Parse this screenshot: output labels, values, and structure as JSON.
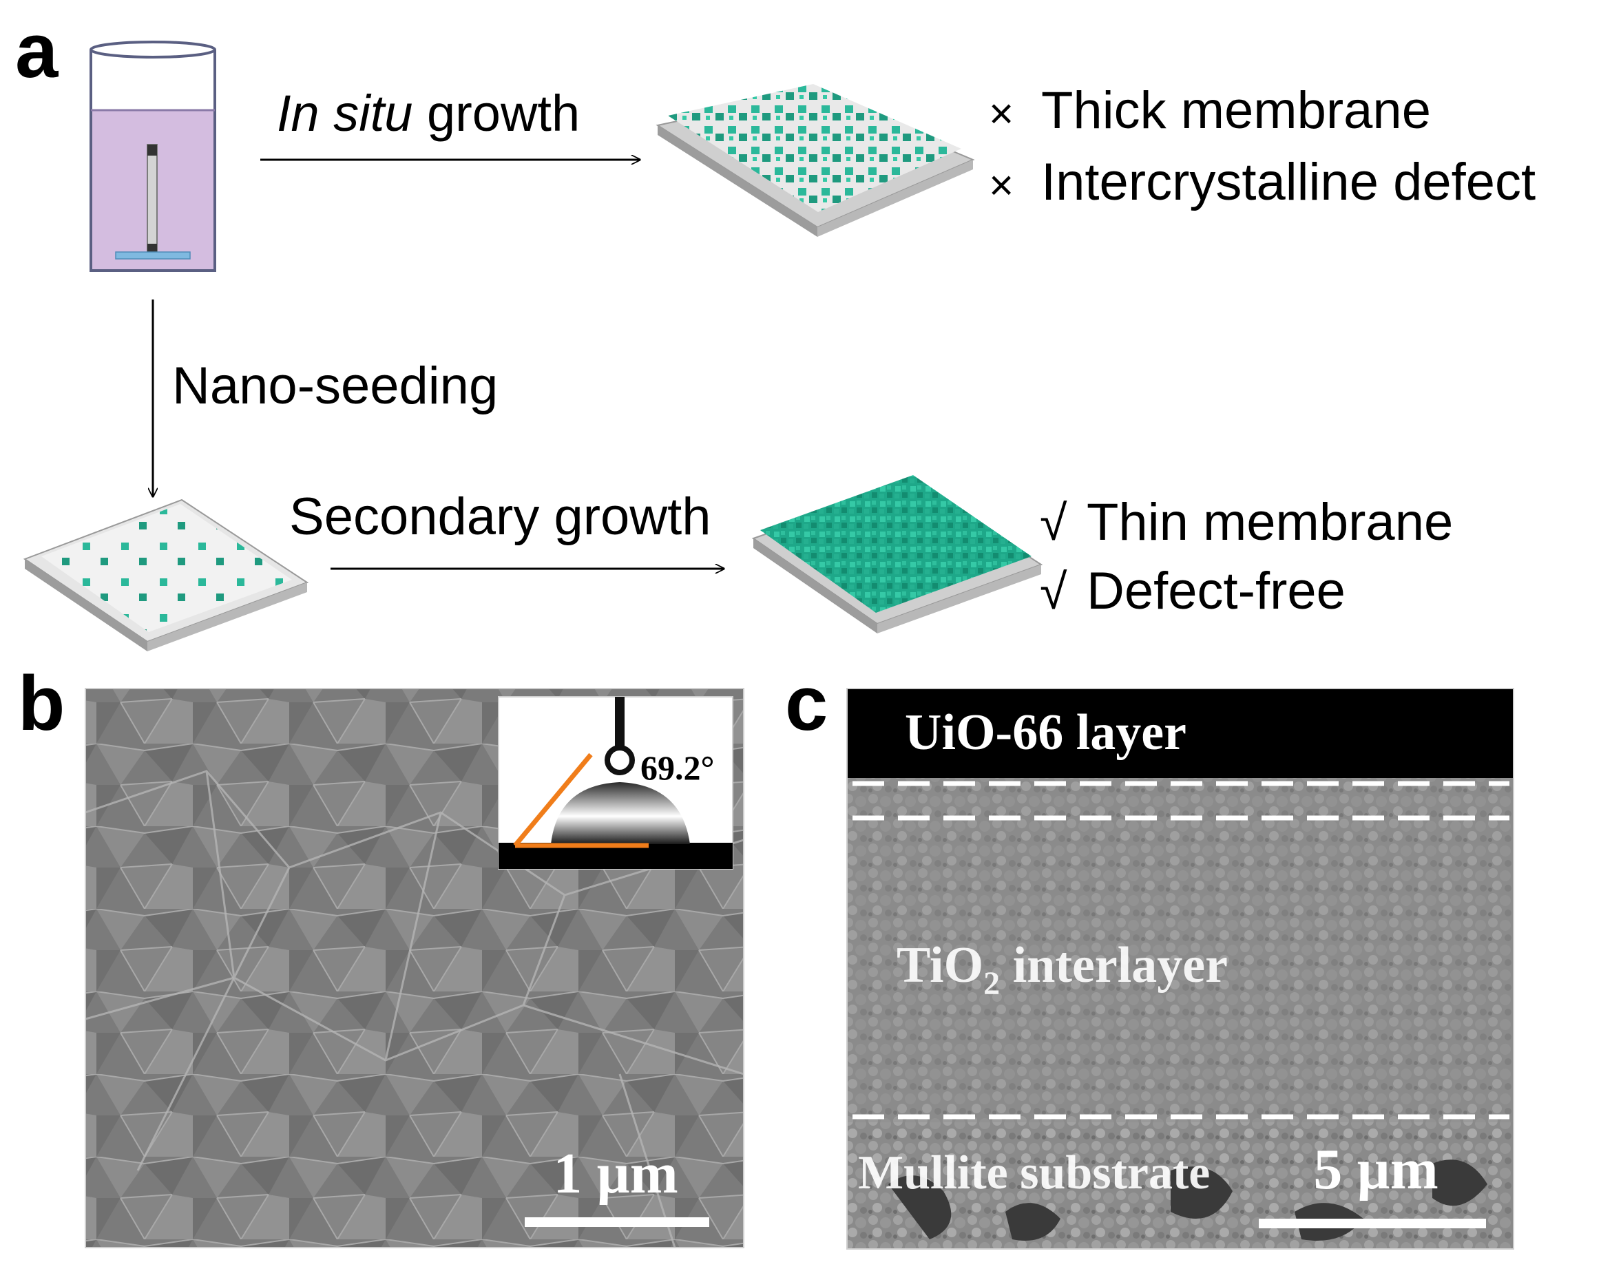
{
  "panel_a": {
    "letter": "a",
    "in_situ_italic": "In situ",
    "in_situ_rest": " growth",
    "cross_mark": "×",
    "thick_membrane": "Thick membrane",
    "intercrystalline_defect": "Intercrystalline defect",
    "nano_seeding": "Nano-seeding",
    "secondary_growth": "Secondary growth",
    "check_mark": "√",
    "thin_membrane": "Thin membrane",
    "defect_free": "Defect-free"
  },
  "panel_b": {
    "letter": "b",
    "contact_angle": "69.2°",
    "scale_bar": "1 µm"
  },
  "panel_c": {
    "letter": "c",
    "uio_layer": "UiO-66 layer",
    "tio2_prefix": "TiO",
    "tio2_sub": "2",
    "tio2_suffix": " interlayer",
    "mullite": "Mullite substrate",
    "scale_bar": "5 µm"
  },
  "colors": {
    "crystal": "#2bb89a",
    "crystal_dark": "#158a70",
    "solution": "#d4bde0",
    "substrate": "#d8d8d8",
    "sem_gray": "#7d7d7d",
    "contact_line": "#f07d1a"
  }
}
